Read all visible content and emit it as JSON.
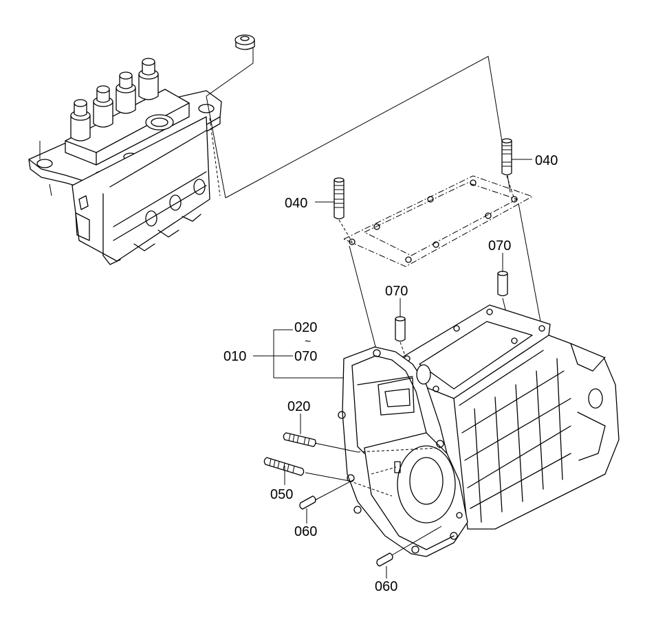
{
  "labels": {
    "p010": "010",
    "p020_range_start": "020",
    "p020_range_tilde": "~",
    "p020_range_end": "070",
    "p020": "020",
    "p040_left": "040",
    "p040_right": "040",
    "p050": "050",
    "p060_upper": "060",
    "p060_lower": "060",
    "p070_center": "070",
    "p070_right": "070"
  }
}
